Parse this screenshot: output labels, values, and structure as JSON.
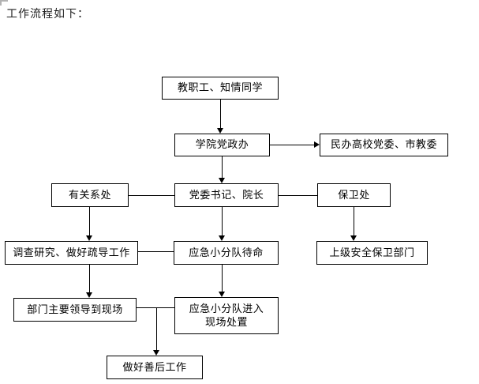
{
  "page": {
    "title": "工作流程如下："
  },
  "flowchart": {
    "nodes": [
      {
        "id": "faculty-staff",
        "label": "教职工、知情同学"
      },
      {
        "id": "party-gov-office",
        "label": "学院党政办"
      },
      {
        "id": "private-college-committee",
        "label": "民办高校党委、市教委"
      },
      {
        "id": "related-departments",
        "label": "有关系处"
      },
      {
        "id": "party-secretary-dean",
        "label": "党委书记、院长"
      },
      {
        "id": "security-office",
        "label": "保卫处"
      },
      {
        "id": "investigation-guidance",
        "label": "调查研究、做好疏导工作"
      },
      {
        "id": "emergency-team-standby",
        "label": "应急小分队待命"
      },
      {
        "id": "superior-security-dept",
        "label": "上级安全保卫部门"
      },
      {
        "id": "dept-leaders-onsite",
        "label": "部门主要领导到现场"
      },
      {
        "id": "emergency-team-disposal",
        "label": "应急小分队进入\n现场处置"
      },
      {
        "id": "aftermath-work",
        "label": "做好善后工作"
      }
    ],
    "colors": {
      "line": "#000000",
      "box_border": "#000000",
      "box_background": "#ffffff",
      "text": "#000000"
    }
  }
}
